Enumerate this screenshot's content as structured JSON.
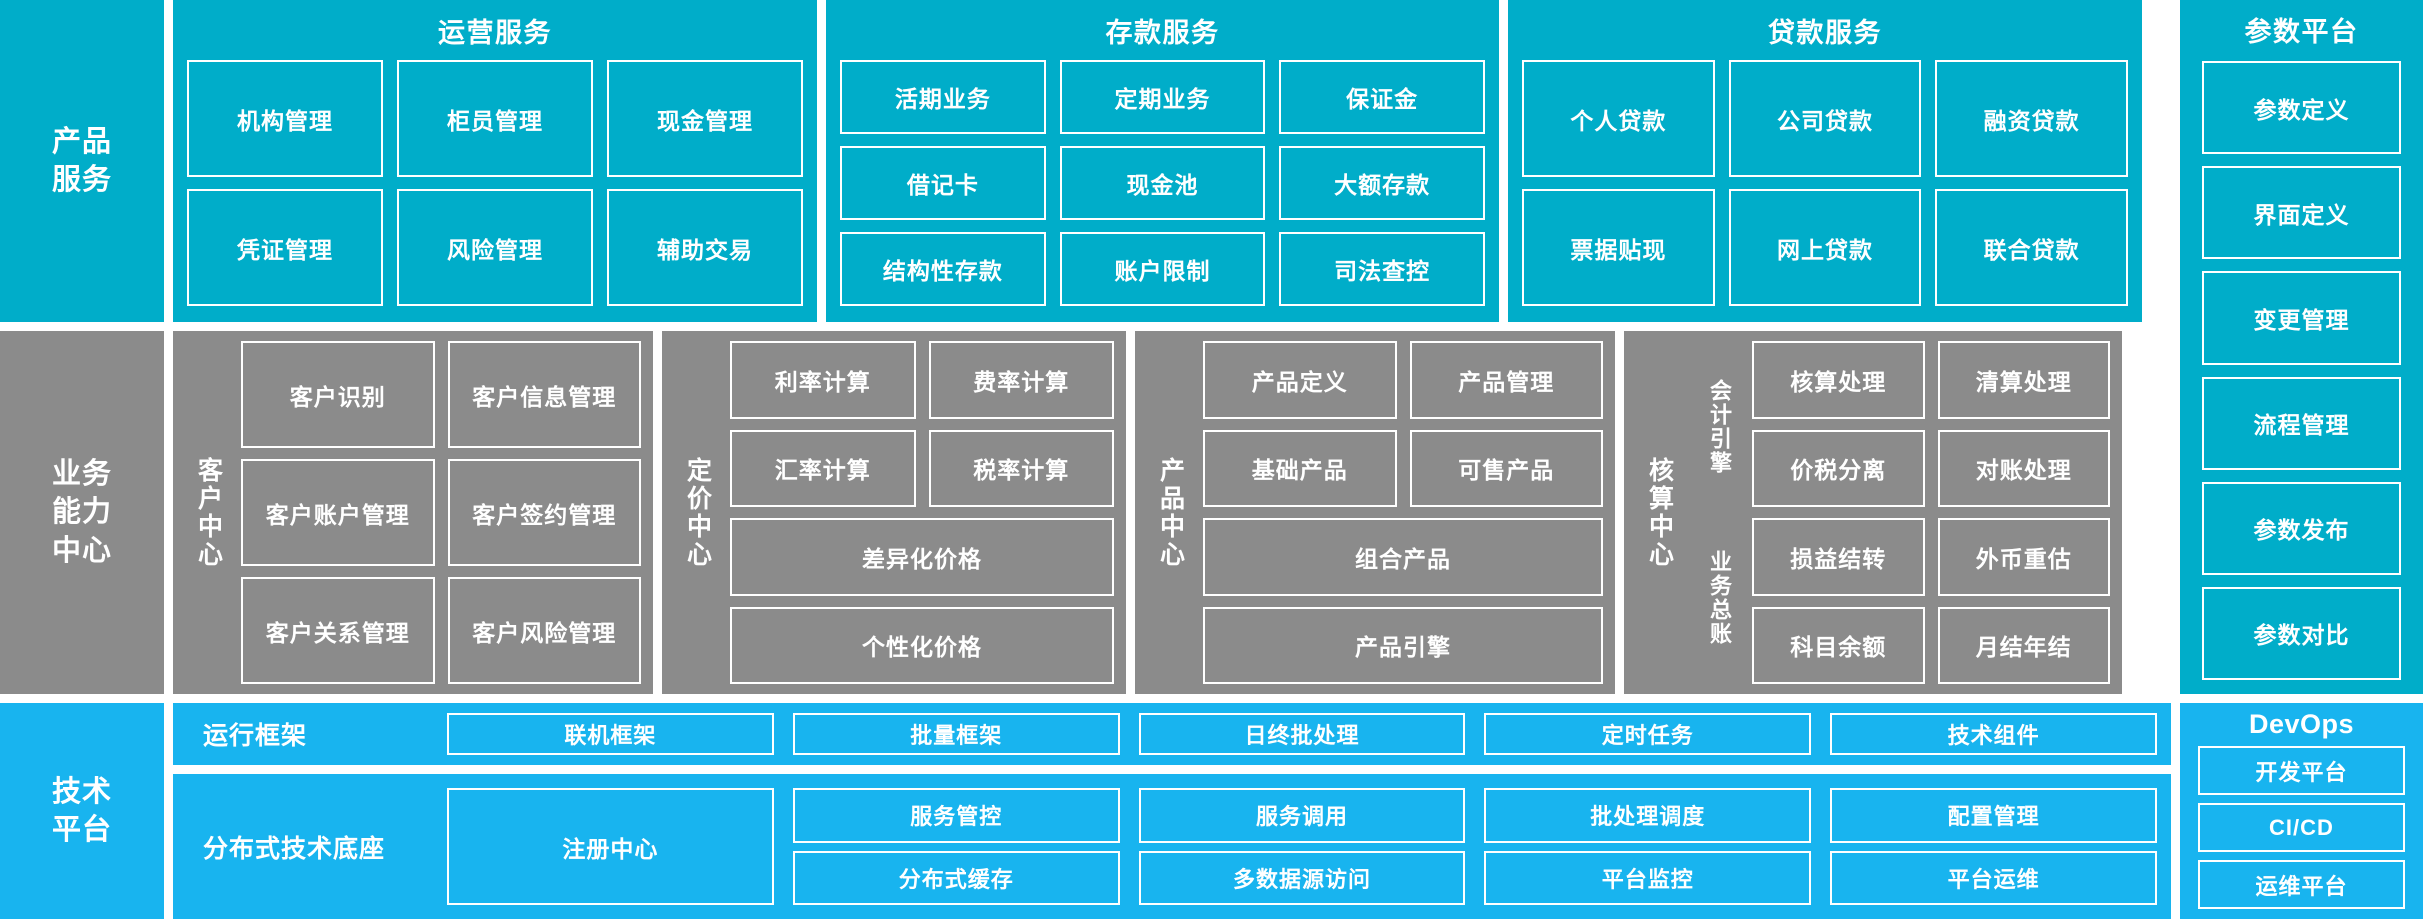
{
  "colors": {
    "product_cyan": "#00adc9",
    "capability_gray": "#8b8b8b",
    "tech_blue": "#18b4ef",
    "border_white": "#ffffff",
    "background": "#ffffff"
  },
  "rails": {
    "product": "产品\n服务",
    "product_line1": "产品",
    "product_line2": "服务",
    "capability_line1": "业务",
    "capability_line2": "能力",
    "capability_line3": "中心",
    "tech_line1": "技术",
    "tech_line2": "平台"
  },
  "product_service": {
    "groups": [
      {
        "title": "运营服务",
        "items": [
          "机构管理",
          "柜员管理",
          "现金管理",
          "凭证管理",
          "风险管理",
          "辅助交易"
        ]
      },
      {
        "title": "存款服务",
        "items": [
          "活期业务",
          "定期业务",
          "保证金",
          "借记卡",
          "现金池",
          "大额存款",
          "结构性存款",
          "账户限制",
          "司法查控"
        ]
      },
      {
        "title": "贷款服务",
        "items": [
          "个人贷款",
          "公司贷款",
          "融资贷款",
          "票据贴现",
          "网上贷款",
          "联合贷款"
        ]
      }
    ]
  },
  "business_capability": {
    "centers": [
      {
        "label": "客户中心",
        "items": [
          "客户识别",
          "客户信息管理",
          "客户账户管理",
          "客户签约管理",
          "客户关系管理",
          "客户风险管理"
        ]
      },
      {
        "label": "定价中心",
        "items": [
          "利率计算",
          "费率计算",
          "汇率计算",
          "税率计算",
          "差异化价格",
          "个性化价格"
        ]
      },
      {
        "label": "产品中心",
        "items": [
          "产品定义",
          "产品管理",
          "基础产品",
          "可售产品",
          "组合产品",
          "产品引擎"
        ]
      },
      {
        "label": "核算中心",
        "sublabels": [
          "会计引擎",
          "业务总账"
        ],
        "items": [
          "核算处理",
          "清算处理",
          "价税分离",
          "对账处理",
          "损益结转",
          "外币重估",
          "科目余额",
          "月结年结"
        ]
      }
    ]
  },
  "tech_platform": {
    "runtime": {
      "title": "运行框架",
      "items": [
        "联机框架",
        "批量框架",
        "日终批处理",
        "定时任务",
        "技术组件"
      ]
    },
    "base": {
      "title": "分布式技术底座",
      "single": "注册中心",
      "pairs": [
        [
          "服务管控",
          "分布式缓存"
        ],
        [
          "服务调用",
          "多数据源访问"
        ],
        [
          "批处理调度",
          "平台监控"
        ],
        [
          "配置管理",
          "平台运维"
        ]
      ]
    }
  },
  "parameter_platform": {
    "title": "参数平台",
    "items": [
      "参数定义",
      "界面定义",
      "变更管理",
      "流程管理",
      "参数发布",
      "参数对比"
    ]
  },
  "devops": {
    "title": "DevOps",
    "items": [
      "开发平台",
      "CI/CD",
      "运维平台"
    ]
  }
}
